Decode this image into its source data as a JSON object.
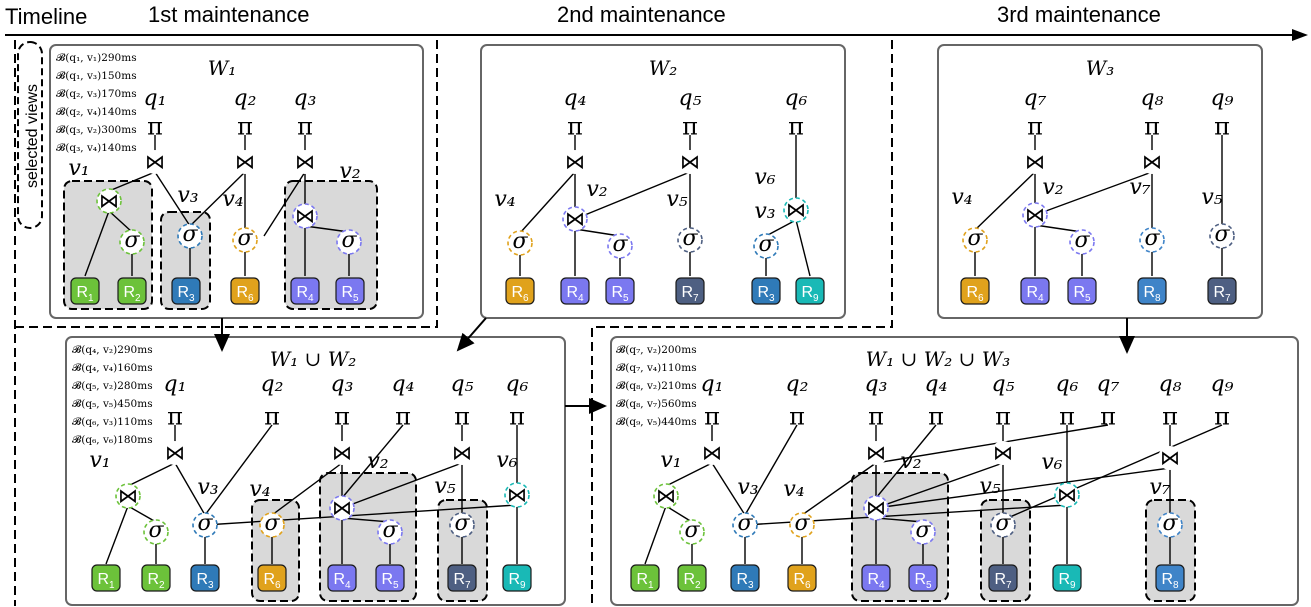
{
  "timeline": {
    "label": "Timeline",
    "phases": [
      "1st maintenance",
      "2nd maintenance",
      "3rd maintenance"
    ]
  },
  "legend": {
    "selected_views_label": "selected views"
  },
  "colors": {
    "green": "#6cc23a",
    "blue": "#2f7ab8",
    "gold": "#e0a21c",
    "purple": "#7b78f0",
    "slate": "#4e5f82",
    "teal": "#19b9b6",
    "lightblue": "#3f84c8",
    "view_fill": "#d9d9d9"
  },
  "panels": [
    {
      "id": "w1",
      "title": "W₁",
      "benefits": [
        "𝓑(q₁, v₁)290ms",
        "𝓑(q₁, v₃)150ms",
        "𝓑(q₂, v₃)170ms",
        "𝓑(q₂, v₄)140ms",
        "𝓑(q₃, v₂)300ms",
        "𝓑(q₃, v₄)140ms"
      ]
    },
    {
      "id": "w2",
      "title": "W₂",
      "benefits": []
    },
    {
      "id": "w3",
      "title": "W₃",
      "benefits": []
    },
    {
      "id": "w12",
      "title": "W₁ ∪ W₂",
      "benefits": [
        "𝓑(q₄, v₂)290ms",
        "𝓑(q₄, v₄)160ms",
        "𝓑(q₅, v₂)280ms",
        "𝓑(q₅, v₅)450ms",
        "𝓑(q₆, v₃)110ms",
        "𝓑(q₆, v₆)180ms"
      ]
    },
    {
      "id": "w123",
      "title": "W₁ ∪ W₂ ∪ W₃",
      "benefits": [
        "𝓑(q₇, v₂)200ms",
        "𝓑(q₇, v₄)110ms",
        "𝓑(q₈, v₂)210ms",
        "𝓑(q₈, v₇)560ms",
        "𝓑(q₉, v₅)440ms"
      ]
    }
  ],
  "symbols": {
    "project": "π",
    "select": "σ",
    "join": "⋈"
  },
  "relations": {
    "R1": {
      "base": "R",
      "sub": "1",
      "color": "green"
    },
    "R2": {
      "base": "R",
      "sub": "2",
      "color": "green"
    },
    "R3": {
      "base": "R",
      "sub": "3",
      "color": "blue"
    },
    "R4": {
      "base": "R",
      "sub": "4",
      "color": "purple"
    },
    "R5": {
      "base": "R",
      "sub": "5",
      "color": "purple"
    },
    "R6": {
      "base": "R",
      "sub": "6",
      "color": "gold"
    },
    "R7": {
      "base": "R",
      "sub": "7",
      "color": "slate"
    },
    "R8": {
      "base": "R",
      "sub": "8",
      "color": "lightblue"
    },
    "R9": {
      "base": "R",
      "sub": "9",
      "color": "teal"
    }
  },
  "queries": {
    "q1": "q₁",
    "q2": "q₂",
    "q3": "q₃",
    "q4": "q₄",
    "q5": "q₅",
    "q6": "q₆",
    "q7": "q₇",
    "q8": "q₈",
    "q9": "q₉"
  },
  "views": {
    "v1": "v₁",
    "v2": "v₂",
    "v3": "v₃",
    "v4": "v₄",
    "v5": "v₅",
    "v6": "v₆",
    "v7": "v₇"
  }
}
